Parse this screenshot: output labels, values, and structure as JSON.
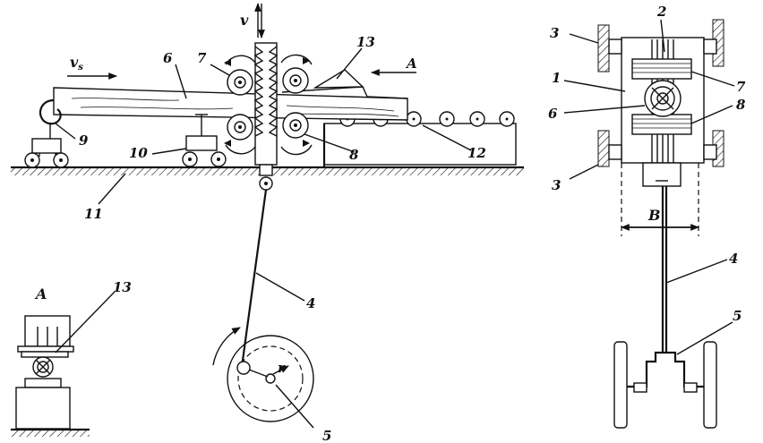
{
  "labels": {
    "v": "v",
    "vs_main": "v",
    "vs_sub": "s",
    "A_arrow": "A",
    "A_view": "A",
    "B": "B",
    "n1": "1",
    "n2": "2",
    "n3a": "3",
    "n3b": "3",
    "n4": "4",
    "n4r": "4",
    "n5": "5",
    "n5r": "5",
    "n6": "6",
    "n6r": "6",
    "n7": "7",
    "n7r": "7",
    "n8": "8",
    "n8r": "8",
    "n9": "9",
    "n10": "10",
    "n11": "11",
    "n12": "12",
    "n13": "13",
    "n13v": "13",
    "r": "r"
  }
}
